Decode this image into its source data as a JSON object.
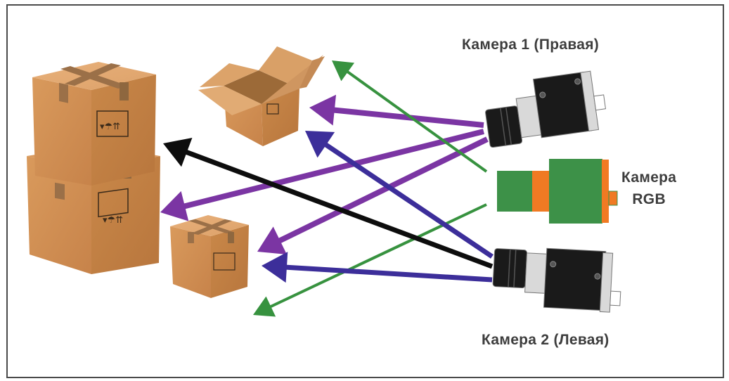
{
  "diagram": {
    "type": "camera-to-object-illustration",
    "cameras": [
      {
        "id": "cam1",
        "label": "Камера 1 (Правая)",
        "body_color": "#1a1a1a",
        "accent_color": "#d9d9d9"
      },
      {
        "id": "rgb",
        "label_line1": "Камера",
        "label_line2": "RGB",
        "body_color": "#3d9148",
        "accent_color": "#f07a23"
      },
      {
        "id": "cam2",
        "label": "Камера 2 (Левая)",
        "body_color": "#1a1a1a",
        "accent_color": "#d9d9d9"
      }
    ],
    "objects": [
      {
        "id": "stacked-boxes",
        "label": "stacked cardboard boxes"
      },
      {
        "id": "open-box",
        "label": "open cardboard box"
      },
      {
        "id": "small-box",
        "label": "small cardboard box"
      }
    ],
    "arrow_colors": {
      "purple": "#7b35a3",
      "green": "#37923f",
      "blue": "#3c2e9a",
      "black": "#0d0d0d"
    },
    "arrows": [
      {
        "from": "cam1",
        "to": "open-box",
        "color": "purple"
      },
      {
        "from": "cam1",
        "to": "stacked-boxes",
        "color": "purple"
      },
      {
        "from": "cam1",
        "to": "small-box",
        "color": "purple"
      },
      {
        "from": "rgb",
        "to": "above-open-box",
        "color": "green"
      },
      {
        "from": "rgb",
        "to": "below-small-box",
        "color": "green"
      },
      {
        "from": "cam2",
        "to": "open-box",
        "color": "blue"
      },
      {
        "from": "cam2",
        "to": "small-box",
        "color": "blue"
      },
      {
        "from": "cam2",
        "to": "stacked-boxes",
        "color": "black"
      }
    ]
  }
}
